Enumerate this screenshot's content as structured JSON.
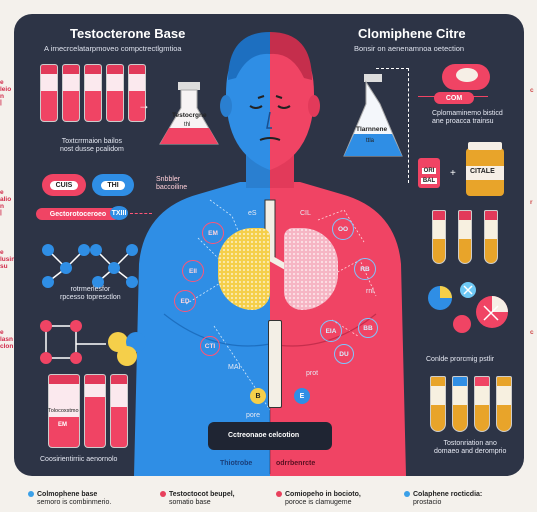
{
  "left": {
    "title": "Testocterone Base",
    "subtitle": "A irnecrcelatarpmoveo compctrectlgmtioa",
    "flask_label": "Testocrgne",
    "flask_sub": "thl",
    "desc_line1": "Toxtcrrmaion bailos",
    "desc_line2": "nost dusse pcalidom",
    "pill_a": "CUIS",
    "pill_b": "THI",
    "pill_bar": "Gectorotoceroeo",
    "pill_bar_tag": "TXIII",
    "mol_caption1": "rotrmerlesfor",
    "mol_caption2": "rpcesso topresctlon",
    "vial_label": "Tolocoxstmo",
    "vial_sub": "EM",
    "caption_bottom": "Coosirientirriic aenornolo"
  },
  "right": {
    "title": "Clomiphene Citre",
    "subtitle": "Bonsir on aenenamnoa oetection",
    "flask_label": "Tlarnnene",
    "flask_sub": "ttla",
    "tag_com": "COM",
    "desc_line1": "Cplomaminemo bisticd",
    "desc_line2": "ane proacca trainsu",
    "card_a": "ORI",
    "card_b": "BAL",
    "bottle_label": "CITALE",
    "caption_mid": "Conlde prorcmig pstlir",
    "caption_bottom1": "Tostonriation ano",
    "caption_bottom2": "domaeo and deromprio"
  },
  "center": {
    "connector_label1": "Snbbler",
    "connector_label2": "baccoiline",
    "circle_labels": [
      "EM",
      "EII",
      "ED",
      "OO",
      "RB",
      "EIA",
      "BB",
      "DU",
      "CTI"
    ],
    "small_labels": [
      "eS",
      "CIL",
      "MAI",
      "pore",
      "prot",
      "rnl"
    ],
    "measure_label": "Cctreonaoe celcotion",
    "leg_left": "Thiotrobe",
    "leg_right": "odrrbenrcte",
    "chip_a": "B",
    "chip_b": "E"
  },
  "edges": {
    "left": [
      "e\nleio\nn\n|",
      "e\nalio\nn\n|",
      "e\nlusin\nsu",
      "e\nlasn\nclon"
    ],
    "right": [
      "c",
      "r",
      "c"
    ]
  },
  "footer": [
    {
      "color": "#3aa0e8",
      "line1": "Colmophene base",
      "line2": "semoro is combinmerio."
    },
    {
      "color": "#e8405c",
      "line1": "Testoctocot beupel,",
      "line2": "somatio base"
    },
    {
      "color": "#e8405c",
      "line1": "Comiopeho in bocioto,",
      "line2": "poroce is clamugeme"
    },
    {
      "color": "#3aa0e8",
      "line1": "Colaphene rocticdia:",
      "line2": "prostacio"
    }
  ],
  "colors": {
    "blue": "#2f8ee5",
    "red": "#f04464",
    "panel": "#2d3446",
    "yellow": "#f5cf4a"
  }
}
